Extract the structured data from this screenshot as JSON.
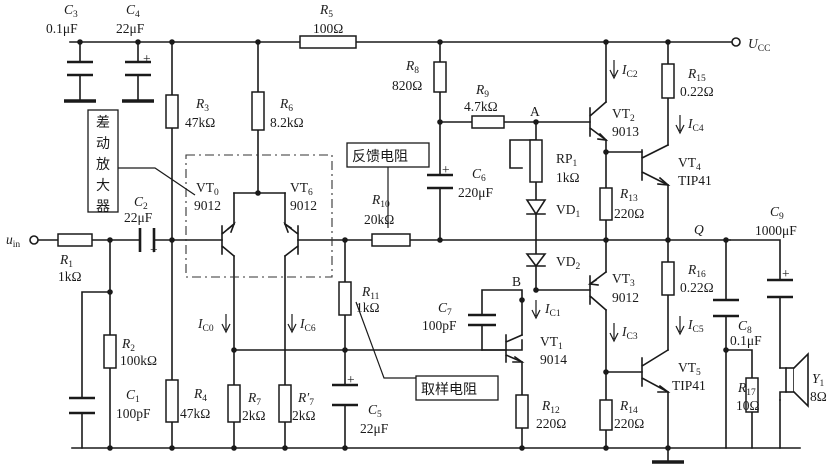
{
  "power": {
    "ucc": "U",
    "ucc_sub": "CC",
    "input": "u",
    "input_sub": "in"
  },
  "components": {
    "C3": {
      "sym": "C",
      "idx": "3",
      "value": "0.1μF"
    },
    "C4": {
      "sym": "C",
      "idx": "4",
      "value": "22μF"
    },
    "R5": {
      "sym": "R",
      "idx": "5",
      "value": "100Ω"
    },
    "R8": {
      "sym": "R",
      "idx": "8",
      "value": "820Ω"
    },
    "R9": {
      "sym": "R",
      "idx": "9",
      "value": "4.7kΩ"
    },
    "R15": {
      "sym": "R",
      "idx": "15",
      "value": "0.22Ω"
    },
    "R3": {
      "sym": "R",
      "idx": "3",
      "value": "47kΩ"
    },
    "R6": {
      "sym": "R",
      "idx": "6",
      "value": "8.2kΩ"
    },
    "RP1": {
      "sym": "RP",
      "idx": "1",
      "value": "1kΩ"
    },
    "C6": {
      "sym": "C",
      "idx": "6",
      "value": "220μF"
    },
    "R10": {
      "sym": "R",
      "idx": "10",
      "value": "20kΩ"
    },
    "R13": {
      "sym": "R",
      "idx": "13",
      "value": "220Ω"
    },
    "C2": {
      "sym": "C",
      "idx": "2",
      "value": "22μF"
    },
    "R1": {
      "sym": "R",
      "idx": "1",
      "value": "1kΩ"
    },
    "C9": {
      "sym": "C",
      "idx": "9",
      "value": "1000μF"
    },
    "R16": {
      "sym": "R",
      "idx": "16",
      "value": "0.22Ω"
    },
    "R11": {
      "sym": "R",
      "idx": "11",
      "value": "1kΩ"
    },
    "C7": {
      "sym": "C",
      "idx": "7",
      "value": "100pF"
    },
    "R2": {
      "sym": "R",
      "idx": "2",
      "value": "100kΩ"
    },
    "C8": {
      "sym": "C",
      "idx": "8",
      "value": "0.1μF"
    },
    "C1": {
      "sym": "C",
      "idx": "1",
      "value": "100pF"
    },
    "R4": {
      "sym": "R",
      "idx": "4",
      "value": "47kΩ"
    },
    "R7": {
      "sym": "R",
      "idx": "7",
      "value": "2kΩ"
    },
    "R7p": {
      "sym": "R′",
      "idx": "7",
      "value": "2kΩ"
    },
    "C5": {
      "sym": "C",
      "idx": "5",
      "value": "22μF"
    },
    "R12": {
      "sym": "R",
      "idx": "12",
      "value": "220Ω"
    },
    "R14": {
      "sym": "R",
      "idx": "14",
      "value": "220Ω"
    },
    "R17": {
      "sym": "R",
      "idx": "17",
      "value": "10Ω"
    },
    "Y1": {
      "sym": "Y",
      "idx": "1",
      "value": "8Ω"
    }
  },
  "transistors": {
    "VT0": {
      "sym": "VT",
      "idx": "0",
      "model": "9012"
    },
    "VT6": {
      "sym": "VT",
      "idx": "6",
      "model": "9012"
    },
    "VT1": {
      "sym": "VT",
      "idx": "1",
      "model": "9014"
    },
    "VT2": {
      "sym": "VT",
      "idx": "2",
      "model": "9013"
    },
    "VT3": {
      "sym": "VT",
      "idx": "3",
      "model": "9012"
    },
    "VT4": {
      "sym": "VT",
      "idx": "4",
      "model": "TIP41"
    },
    "VT5": {
      "sym": "VT",
      "idx": "5",
      "model": "TIP41"
    }
  },
  "diodes": {
    "VD1": {
      "sym": "VD",
      "idx": "1"
    },
    "VD2": {
      "sym": "VD",
      "idx": "2"
    }
  },
  "currents": {
    "IC2": {
      "sym": "I",
      "idx": "C2"
    },
    "IC4": {
      "sym": "I",
      "idx": "C4"
    },
    "IC1": {
      "sym": "I",
      "idx": "C1"
    },
    "IC3": {
      "sym": "I",
      "idx": "C3"
    },
    "IC5": {
      "sym": "I",
      "idx": "C5"
    },
    "IC0": {
      "sym": "I",
      "idx": "C0"
    },
    "IC6": {
      "sym": "I",
      "idx": "C6"
    }
  },
  "nodes": {
    "A": "A",
    "B": "B",
    "Q": "Q"
  },
  "callouts": {
    "diff_amp": [
      "差",
      "动",
      "放",
      "大",
      "器"
    ],
    "feedback": "反馈电阻",
    "sampling": "取样电阻"
  },
  "polarity_plus": "+"
}
